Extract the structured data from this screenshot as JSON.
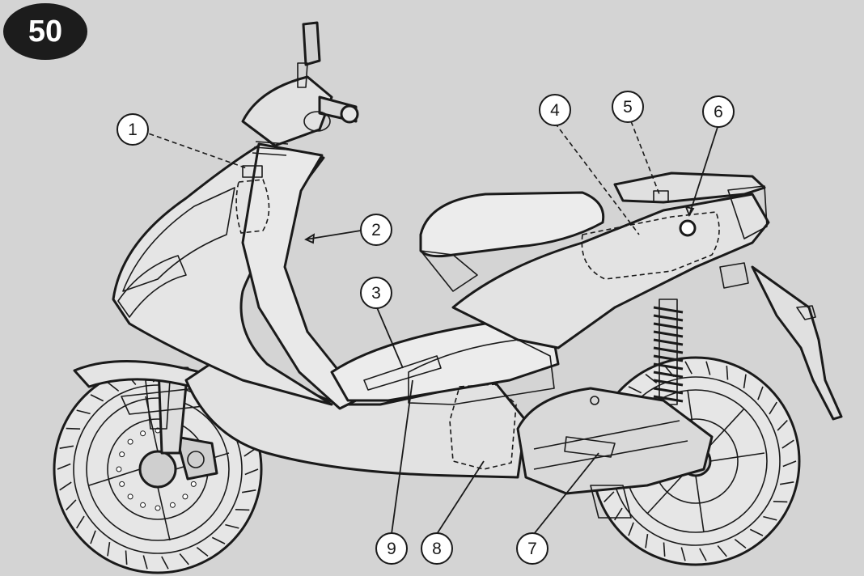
{
  "figure": {
    "number_badge": "50"
  },
  "callouts": [
    {
      "label": "1",
      "target": "front-panel-compartment"
    },
    {
      "label": "2",
      "target": "front-frame"
    },
    {
      "label": "3",
      "target": "footboard"
    },
    {
      "label": "4",
      "target": "under-seat-compartment"
    },
    {
      "label": "5",
      "target": "seat-latch"
    },
    {
      "label": "6",
      "target": "seat-lock"
    },
    {
      "label": "7",
      "target": "engine-cover"
    },
    {
      "label": "8",
      "target": "lower-compartment"
    },
    {
      "label": "9",
      "target": "side-panel"
    }
  ],
  "colors": {
    "background": "#d4d4d4",
    "badge": "#1c1c1c",
    "line": "#1a1a1a",
    "body_fill": "#e4e4e4"
  }
}
